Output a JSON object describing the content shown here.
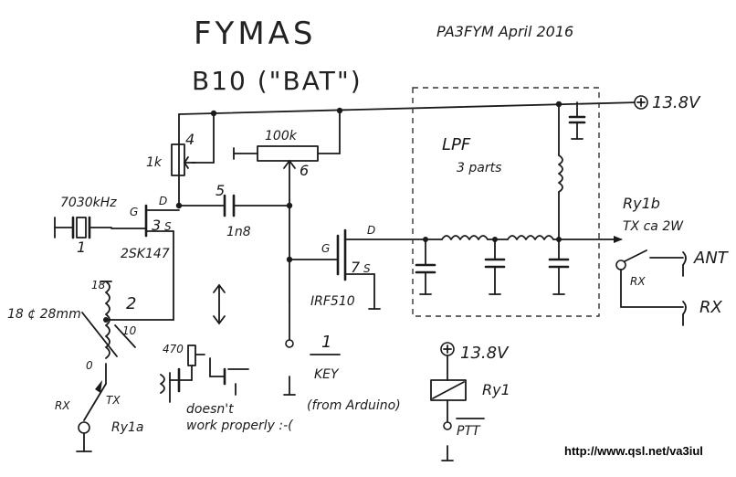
{
  "header": {
    "title": "FYMAS",
    "subtitle": "B10 (\"BAT\")",
    "author_date": "PA3FYM April 2016"
  },
  "power": {
    "rail_label": "13.8V",
    "relay_supply_label": "13.8V"
  },
  "oscillator": {
    "crystal_freq": "7030kHz",
    "crystal_ref": "1",
    "fet_ref": "3",
    "fet_source_pin": "S",
    "fet_drain_pin": "D",
    "fet_gate_pin": "G",
    "fet_part": "2SK147",
    "trimmer_ref": "4",
    "trimmer_value": "1k",
    "coupling_cap_ref": "5",
    "coupling_cap_value": "1n8"
  },
  "bias": {
    "pot_value": "100k",
    "pot_ref": "6"
  },
  "pa": {
    "fet_ref": "7",
    "fet_source_pin": "S",
    "fet_drain_pin": "D",
    "fet_gate_pin": "G",
    "fet_part": "IRF510"
  },
  "filter": {
    "name": "LPF",
    "note": "3 parts",
    "cap_symbol": "I"
  },
  "transformer": {
    "ref": "2",
    "turns_top": "18",
    "turns_tap": "10",
    "turns_bottom": "0",
    "core": "18 ¢ 28mm"
  },
  "relay": {
    "contact_b": "Ry1b",
    "tx_power": "TX ca 2W",
    "ant_label": "ANT",
    "rx_label": "RX",
    "rx_contact": "RX",
    "contact_a": "Ry1a",
    "contact_a_rx": "RX",
    "contact_a_tx": "TX",
    "coil_label": "Ry1",
    "ptt_label": "PTT"
  },
  "key": {
    "number": "1",
    "label": "KEY",
    "source": "(from Arduino)"
  },
  "notes": {
    "cap_470": "470",
    "broken_note_1": "doesn't",
    "broken_note_2": "work properly :-("
  },
  "footer": {
    "url": "http://www.qsl.net/va3iul"
  }
}
